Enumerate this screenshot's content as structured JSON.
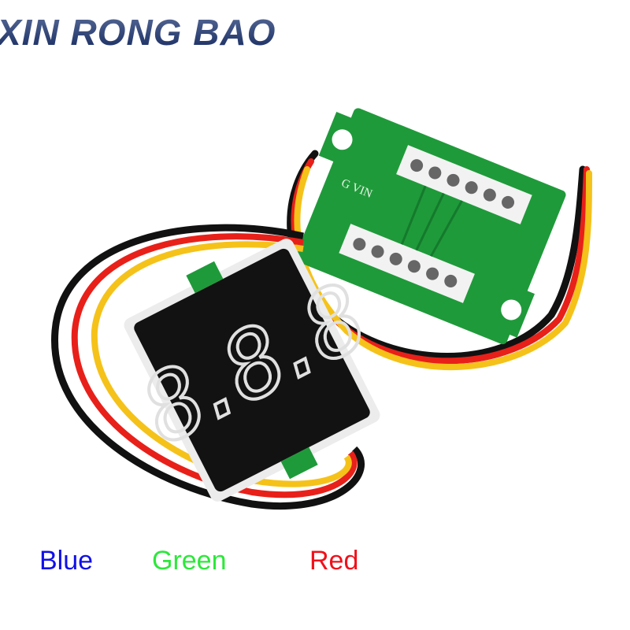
{
  "watermark": "XIN RONG BAO",
  "pcb_label": "G VIN",
  "display_digits": "8.8.8",
  "wire_labels": [
    {
      "text": "Blue",
      "color": "#1010e8"
    },
    {
      "text": "Green",
      "color": "#2ce83a"
    },
    {
      "text": "Red",
      "color": "#f0101a"
    }
  ],
  "colors": {
    "pcb": "#1f9a3a",
    "wire_red": "#e8201a",
    "wire_yellow": "#f5c21a",
    "wire_black": "#111111",
    "display": "#121212"
  }
}
